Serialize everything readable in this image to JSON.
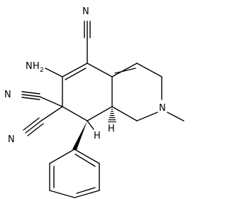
{
  "molecule": {
    "labels": {
      "n_top": "N",
      "nh2": "H",
      "nh2_sub": "2",
      "n_left_upper": "N",
      "n_left_lower": "N",
      "n_ring": "N",
      "h_8a": "H",
      "h_8": "H"
    },
    "colors": {
      "bond": "#000000",
      "text": "#000000",
      "background": "#ffffff"
    }
  }
}
